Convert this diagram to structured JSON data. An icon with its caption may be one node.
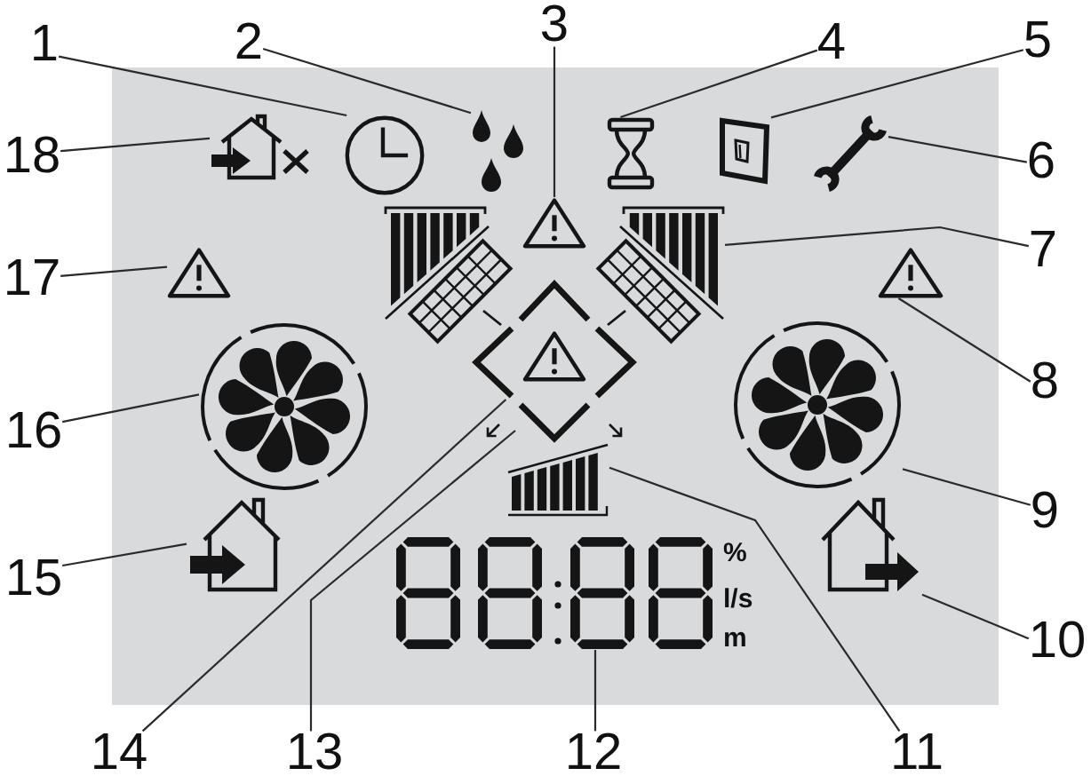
{
  "diagram": {
    "nodes": [
      {
        "text": [
          "1"
        ]
      },
      {
        "text": [
          "2"
        ]
      },
      {
        "text": [
          "3"
        ]
      },
      {
        "text": [
          "4"
        ]
      },
      {
        "text": [
          "5"
        ]
      },
      {
        "text": [
          "6"
        ]
      },
      {
        "text": [
          "7"
        ]
      },
      {
        "text": [
          "8"
        ]
      },
      {
        "text": [
          "9"
        ]
      },
      {
        "text": [
          "10"
        ]
      },
      {
        "text": [
          "11"
        ]
      },
      {
        "text": [
          "12"
        ]
      },
      {
        "text": [
          "13"
        ]
      },
      {
        "text": [
          "14"
        ]
      },
      {
        "text": [
          "15"
        ]
      },
      {
        "text": [
          "16"
        ]
      },
      {
        "text": [
          "17"
        ]
      },
      {
        "text": [
          "18"
        ]
      },
      {
        "text": [],
        "shape": "picture"
      },
      {
        "text": [],
        "shape": "picture"
      },
      {
        "text": [],
        "shape": "triangle"
      },
      {
        "text": [],
        "shape": "picture"
      },
      {
        "text": [],
        "shape": "picture"
      },
      {
        "text": [],
        "shape": "picture"
      },
      {
        "text": [],
        "shape": "picture"
      },
      {
        "text": [],
        "shape": "triangle"
      },
      {
        "text": [],
        "shape": "picture"
      },
      {
        "text": [],
        "shape": "picture"
      },
      {
        "text": [],
        "shape": "picture"
      },
      {
        "text": [],
        "shape": "picture",
        "beside": [
          "%",
          "l/s",
          "m"
        ]
      },
      {
        "text": [],
        "shape": "chevron"
      },
      {
        "text": [],
        "shape": "chevron"
      },
      {
        "text": [],
        "shape": "picture"
      },
      {
        "text": [],
        "shape": "picture"
      },
      {
        "text": [],
        "shape": "triangle"
      },
      {
        "text": [],
        "shape": "picture"
      }
    ],
    "edges": [
      {
        "from": 0,
        "to": 18,
        "arrow": "none"
      },
      {
        "from": 1,
        "to": 19,
        "arrow": "none"
      },
      {
        "from": 2,
        "to": 20,
        "arrow": "none"
      },
      {
        "from": 3,
        "to": 21,
        "arrow": "none"
      },
      {
        "from": 4,
        "to": 22,
        "arrow": "none"
      },
      {
        "from": 5,
        "to": 23,
        "arrow": "none"
      },
      {
        "from": 6,
        "to": 24,
        "arrow": "none"
      },
      {
        "from": 7,
        "to": 25,
        "arrow": "none"
      },
      {
        "from": 8,
        "to": 26,
        "arrow": "none"
      },
      {
        "from": 9,
        "to": 27,
        "arrow": "none"
      },
      {
        "from": 10,
        "to": 28,
        "arrow": "none"
      },
      {
        "from": 11,
        "to": 29,
        "arrow": "none"
      },
      {
        "from": 12,
        "to": 30,
        "arrow": "none"
      },
      {
        "from": 13,
        "to": 31,
        "arrow": "none"
      },
      {
        "from": 14,
        "to": 32,
        "arrow": "none"
      },
      {
        "from": 15,
        "to": 33,
        "arrow": "none"
      },
      {
        "from": 16,
        "to": 34,
        "arrow": "none"
      },
      {
        "from": 17,
        "to": 35,
        "arrow": "none"
      }
    ]
  }
}
